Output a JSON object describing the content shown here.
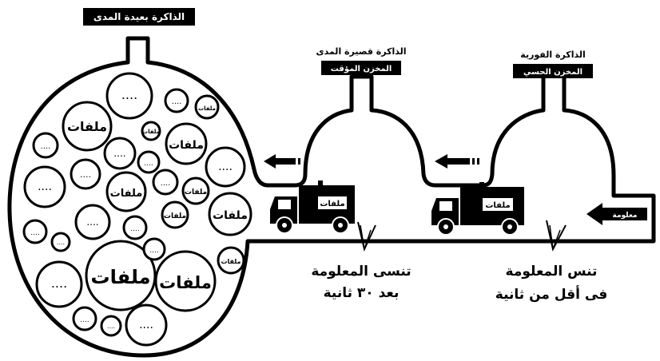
{
  "long_term": {
    "title": "الذاكرة بعيدة المدى"
  },
  "short_term": {
    "title": "الذاكرة قصيرة المدى",
    "store": "المخزن المؤقت"
  },
  "immediate": {
    "title": "الذاكرة الفورية",
    "store": "المخزن الحسي"
  },
  "incoming": {
    "label": "معلومة"
  },
  "truck_label": "ملفات",
  "files": {
    "label": "ملفات",
    "dots": "....",
    "small": "ملفات"
  },
  "forget_short": {
    "line1": "تنسى المعلومة",
    "line2": "بعد ٣٠ ثانية"
  },
  "forget_immediate": {
    "line1": "تنس المعلومة",
    "line2": "فى أقل من ثانية"
  },
  "colors": {
    "ink": "#000000",
    "paper": "#ffffff"
  }
}
